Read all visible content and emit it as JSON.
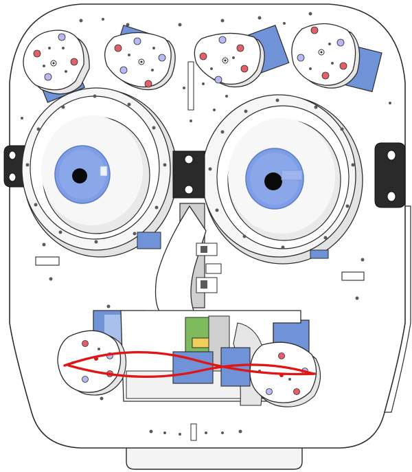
{
  "scene": {
    "subject": "robot-face-cad-render",
    "colors": {
      "panel": "#ffffff",
      "outline": "#2b2b2b",
      "shadow": "#dcdcdc",
      "sclera": "#f7f7f7",
      "iris": "#7f9ee6",
      "iris_dark": "#5a7bc9",
      "pupil": "#0a0a0a",
      "servo_blue": "#6f93d6",
      "dot_red": "#e2606a",
      "dot_blue": "#b7b9f0",
      "lip_red": "#e01515",
      "pcb_green": "#7dbb5c",
      "connector_yellow": "#f1d05a",
      "grey_bracket": "#bdbdbd"
    },
    "parts": [
      "face-plate",
      "left-eye",
      "right-eye",
      "eyebrow-servo-1",
      "eyebrow-servo-2",
      "eyebrow-servo-3",
      "eyebrow-servo-4",
      "nose-bracket",
      "mouth-mechanism",
      "left-lip-servo",
      "right-lip-servo",
      "lip-wires",
      "base-mount"
    ]
  }
}
